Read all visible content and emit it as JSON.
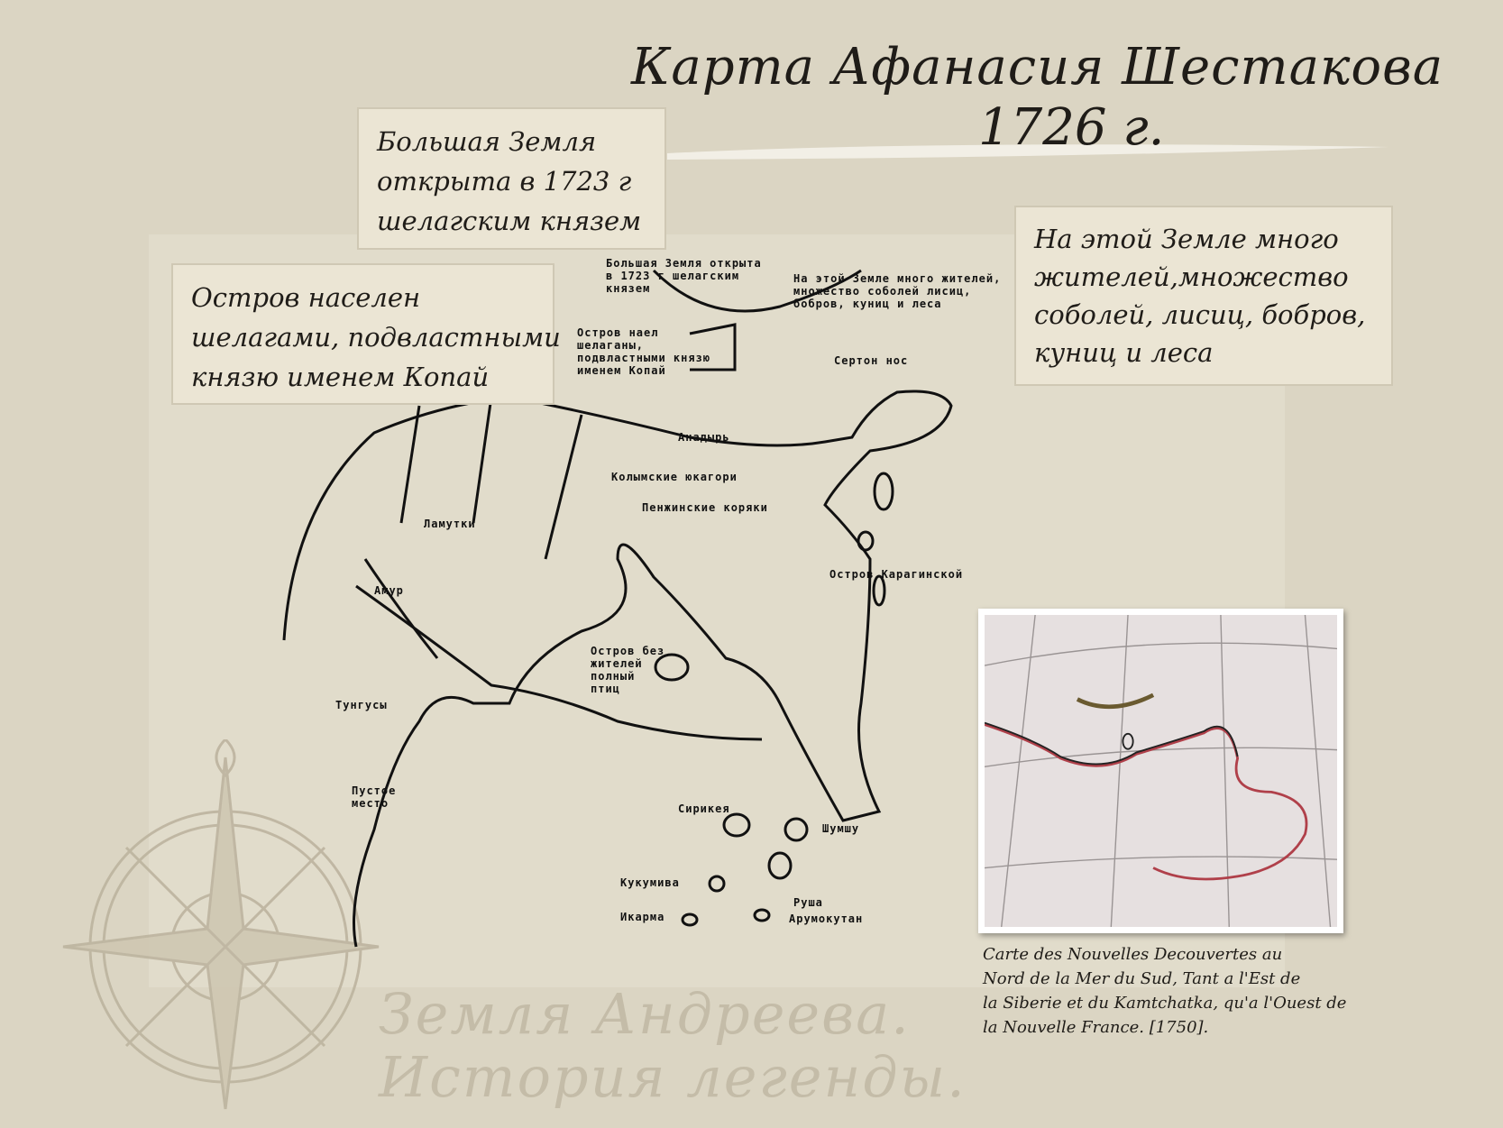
{
  "title": {
    "line1": "Карта Афанасия Шестакова",
    "line2": "1726 г."
  },
  "callouts": {
    "big_land": [
      "Большая Земля",
      "открыта в 1723 г",
      "шелагским князем"
    ],
    "island": [
      "Остров населен",
      "шелагами, подвластными",
      "князю именем Копай"
    ],
    "this_land": [
      "На этой Земле много",
      "жителей,множество",
      "соболей, лисиц, бобров,",
      "куниц и леса"
    ]
  },
  "map_labels": [
    "Большая Земля открыта в 1723 г шелагским князем",
    "На этой Земле много жителей, множество соболей лисиц, бобров, куниц и леса",
    "Остров наел шелаганы, подвластными князю именем Копай",
    "Сертон нос",
    "Колымские юкагори",
    "Анадырь",
    "Пенжинские коряки",
    "Ламутки",
    "Тунгусы",
    "Амур",
    "Остров без жителей полный птиц",
    "Остров Карагинской",
    "Пустое место",
    "Сирикея",
    "Шумшу",
    "Кукумива",
    "Икарма",
    "Руша",
    "Арумокутан"
  ],
  "inset_caption": [
    "Carte des Nouvelles Decouvertes au",
    "Nord de la Mer du Sud, Tant a l'Est de",
    "la Siberie et du Kamtchatka, qu'a l'Ouest de",
    "la Nouvelle France. [1750]."
  ],
  "watermark": [
    "Земля Андреева.",
    "История легенды."
  ],
  "colors": {
    "background": "#dbd5c3",
    "box": "#ebe5d4",
    "ink": "#1f1c18",
    "inset_coast": "#b0404a"
  }
}
